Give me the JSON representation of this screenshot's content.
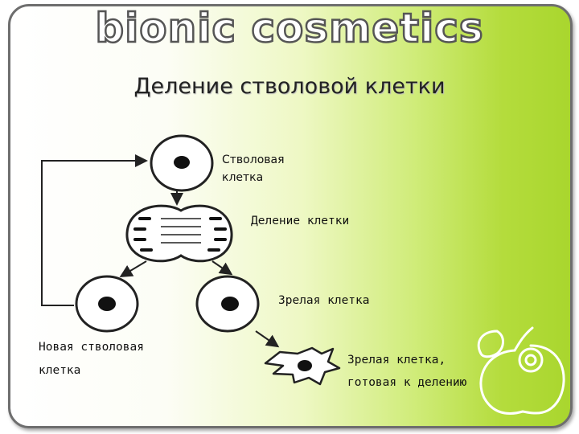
{
  "brand": {
    "text": "bionic cosmetics"
  },
  "title": "Деление стволовой клетки",
  "labels": {
    "stem_cell_line1": "Стволовая",
    "stem_cell_line2": "клетка",
    "cell_division": "Деление клетки",
    "mature_cell": "Зрелая клетка",
    "new_stem_line1": "Новая стволовая",
    "new_stem_line2": "клетка",
    "mature_ready_line1": "Зрелая клетка,",
    "mature_ready_line2": "готовая к делению"
  },
  "colors": {
    "frame_border": "#6e6e6e",
    "gradient_end": "#a9d62e",
    "cell_fill": "#ffffff",
    "nucleus": "#111111"
  }
}
